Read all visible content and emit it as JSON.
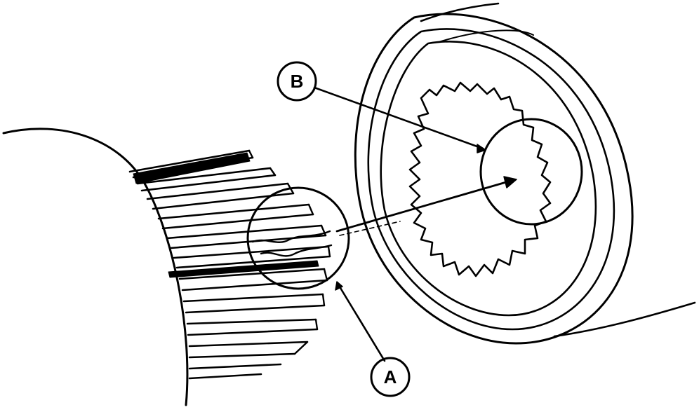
{
  "diagram": {
    "callouts": [
      {
        "id": "A",
        "label": "A"
      },
      {
        "id": "B",
        "label": "B"
      }
    ]
  },
  "colors": {
    "ink": "#000000",
    "paper": "#ffffff"
  }
}
